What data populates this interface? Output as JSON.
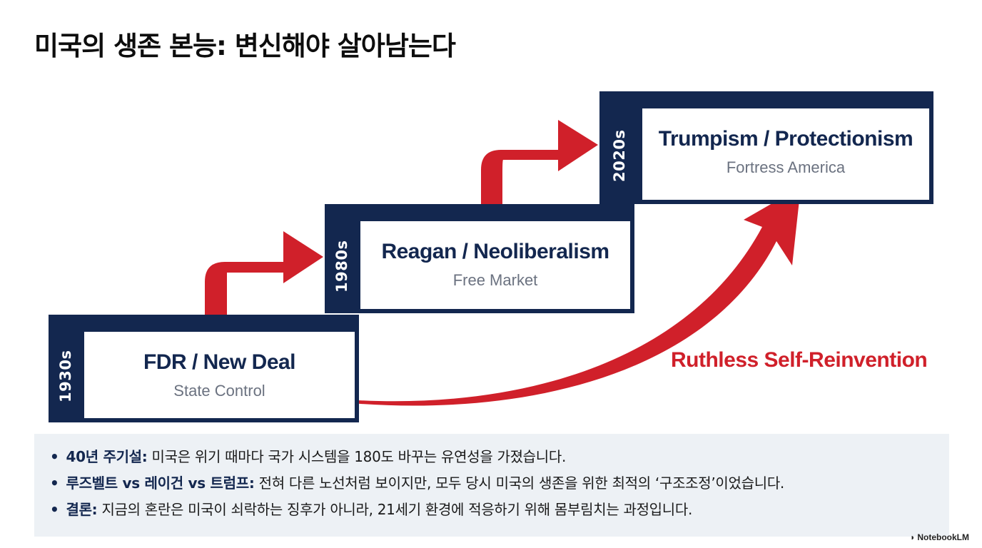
{
  "title": "미국의 생존 본능: 변신해야 살아남는다",
  "steps": [
    {
      "era": "1930s",
      "name": "FDR / New Deal",
      "subtitle": "State Control"
    },
    {
      "era": "1980s",
      "name": "Reagan / Neoliberalism",
      "subtitle": "Free Market"
    },
    {
      "era": "2020s",
      "name": "Trumpism / Protectionism",
      "subtitle": "Fortress America"
    }
  ],
  "reinvention_label": "Ruthless Self-Reinvention",
  "colors": {
    "navy": "#13274f",
    "red": "#d0202a",
    "panel": "#edf1f5"
  },
  "notes": [
    {
      "key": "40년 주기설:",
      "text": " 미국은 위기 때마다 국가 시스템을 180도 바꾸는 유연성을 가졌습니다."
    },
    {
      "key": "루즈벨트 vs 레이건 vs 트럼프:",
      "text": " 전혀 다른 노선처럼 보이지만, 모두 당시 미국의 생존을 위한 최적의 ‘구조조정’이었습니다."
    },
    {
      "key": "결론:",
      "text": " 지금의 혼란은 미국이 쇠락하는 징후가 아니라, 21세기 환경에 적응하기 위해 몸부림치는 과정입니다."
    }
  ],
  "brand": "NotebookLM",
  "brand_icon": "notebooklm-logo-icon"
}
